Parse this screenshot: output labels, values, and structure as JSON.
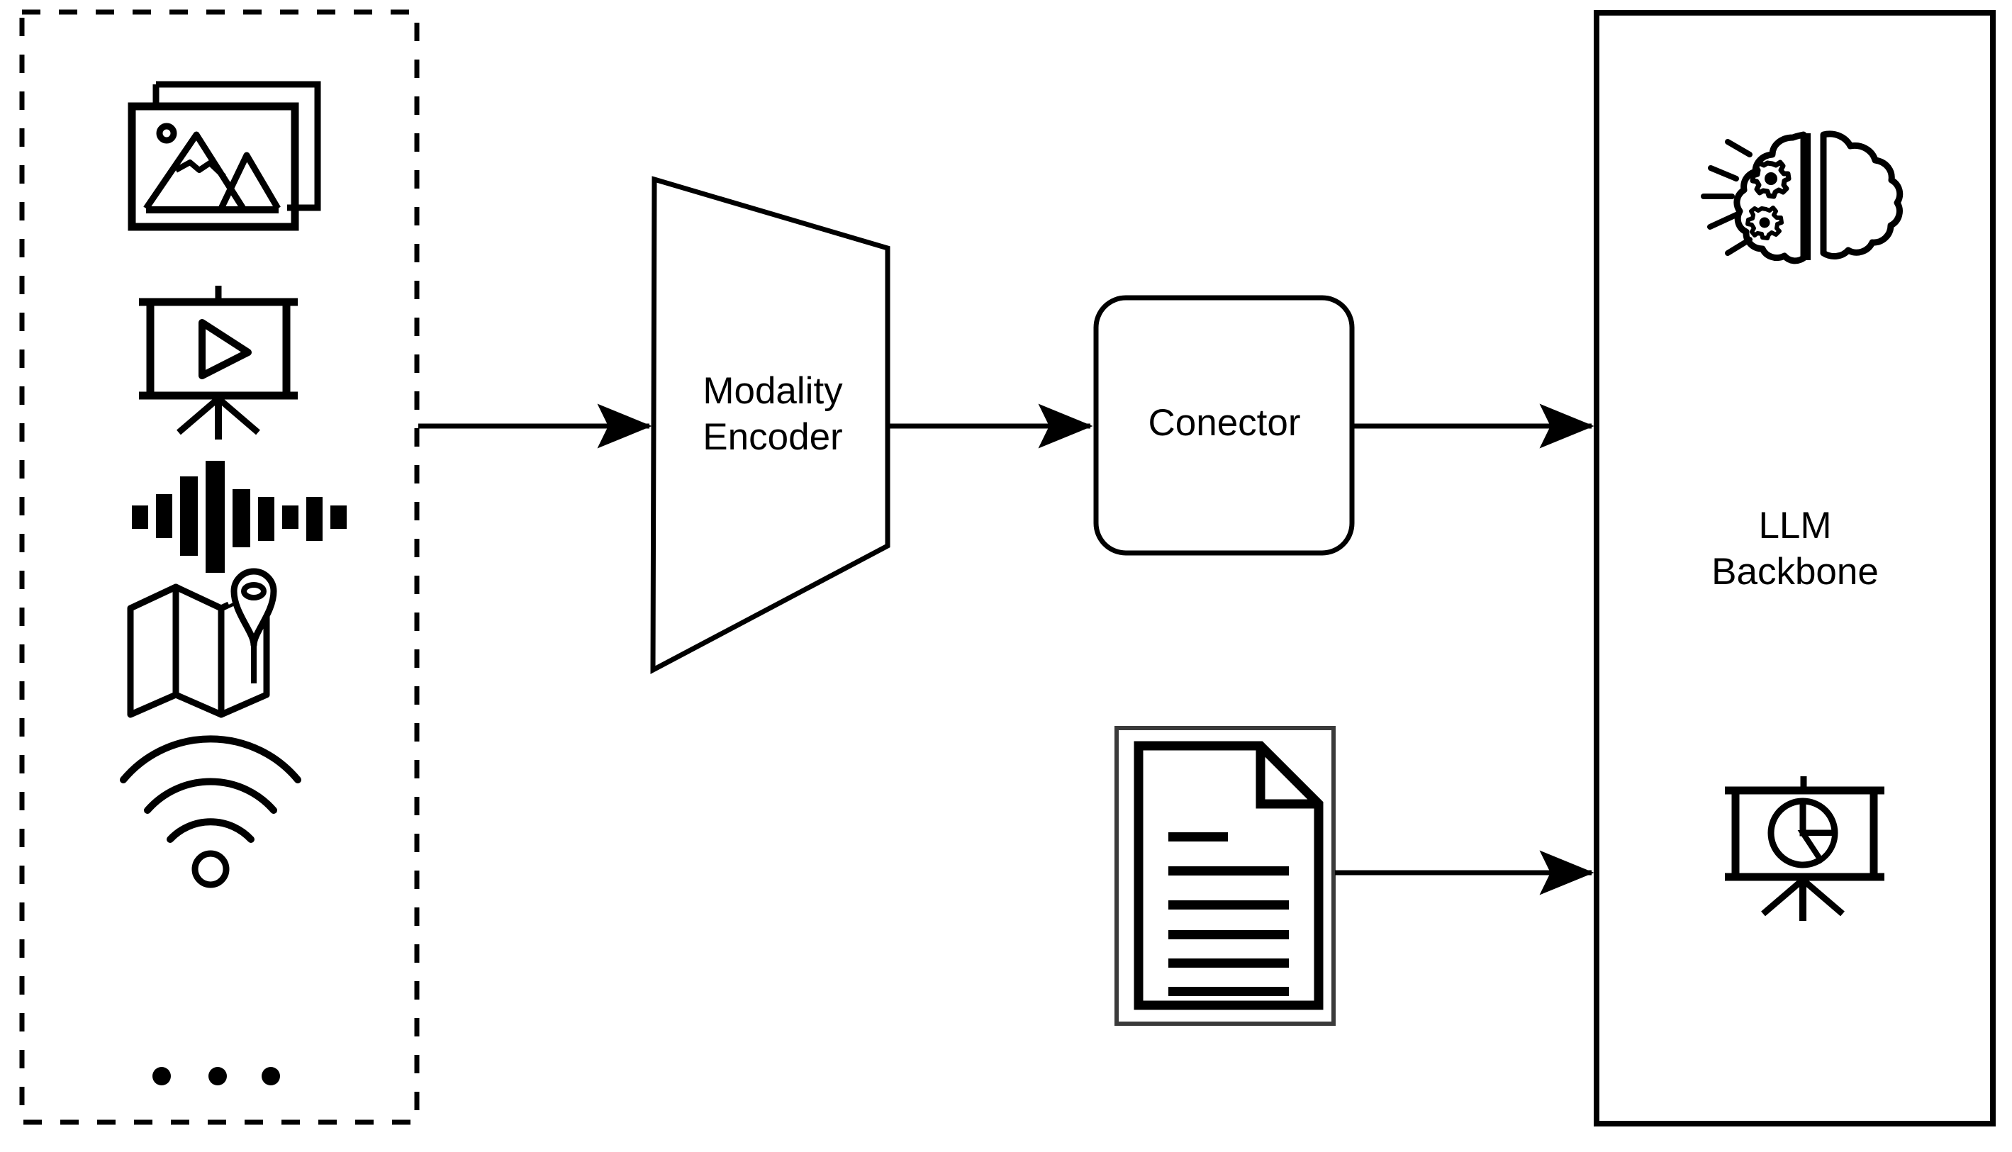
{
  "diagram": {
    "title": "Multimodal LLM architecture",
    "background_color": "#ffffff",
    "stroke_color": "#000000",
    "nodes": {
      "modality_inputs": {
        "name": "Modality inputs group",
        "border_style": "dashed",
        "icons": [
          {
            "id": "image-stack-icon",
            "label": "Image"
          },
          {
            "id": "video-presentation-icon",
            "label": "Video"
          },
          {
            "id": "audio-waveform-icon",
            "label": "Audio"
          },
          {
            "id": "map-pin-icon",
            "label": "Map / Location"
          },
          {
            "id": "wifi-signal-icon",
            "label": "Signal / Wireless"
          },
          {
            "id": "ellipsis-icon",
            "label": "More modalities"
          }
        ]
      },
      "encoder": {
        "label": "Modality\nEncoder",
        "line1": "Modality",
        "line2": "Encoder",
        "shape": "trapezoid"
      },
      "connector": {
        "label": "Conector",
        "shape": "rounded-rectangle"
      },
      "document": {
        "name": "Text document input",
        "icon": "document-lines-icon",
        "shape": "rectangle-frame"
      },
      "llm": {
        "label": "LLM\nBackbone",
        "line1": "LLM",
        "line2": "Backbone",
        "shape": "rectangle",
        "icons": [
          {
            "id": "brain-gears-icon",
            "label": "Reasoning brain"
          },
          {
            "id": "pie-chart-presentation-icon",
            "label": "Chart output"
          }
        ]
      }
    },
    "edges": [
      {
        "id": "edge-inputs-to-encoder",
        "from": "modality_inputs",
        "to": "encoder",
        "arrow": true
      },
      {
        "id": "edge-encoder-to-connector",
        "from": "encoder",
        "to": "connector",
        "arrow": true
      },
      {
        "id": "edge-connector-to-llm",
        "from": "connector",
        "to": "llm",
        "arrow": true
      },
      {
        "id": "edge-document-to-llm",
        "from": "document",
        "to": "llm",
        "arrow": true
      }
    ]
  }
}
